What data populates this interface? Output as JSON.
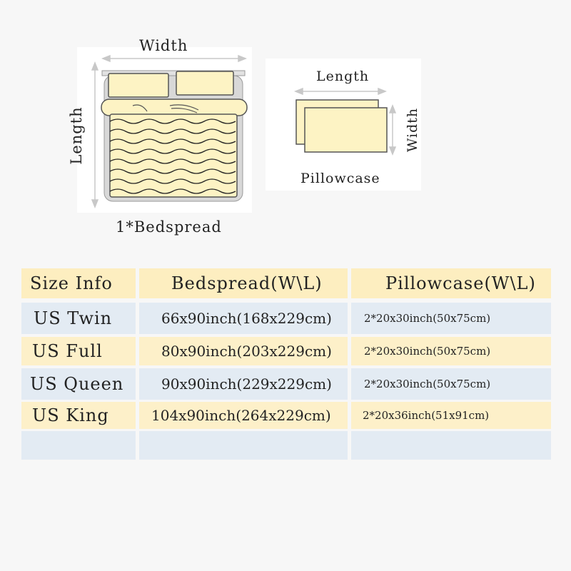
{
  "bedspread_diagram": {
    "width_label": "Width",
    "length_label": "Length",
    "caption": "1*Bedspread"
  },
  "pillowcase_diagram": {
    "length_label": "Length",
    "width_label": "Width",
    "caption": "Pillowcase"
  },
  "colors": {
    "cream": "#fdf3c4",
    "header_yellow": "#fdeec0",
    "row_blue": "#e3ebf3",
    "row_yellow": "#fdf0c9",
    "arrow_gray": "#c8c8c8"
  },
  "size_table": {
    "headers": [
      "Size Info",
      "Bedspread(W\\L)",
      "Pillowcase(W\\L)"
    ],
    "rows": [
      {
        "size": "US Twin",
        "bedspread": "66x90inch(168x229cm)",
        "pillowcase": "2*20x30inch(50x75cm)"
      },
      {
        "size": "US Full",
        "bedspread": "80x90inch(203x229cm)",
        "pillowcase": "2*20x30inch(50x75cm)"
      },
      {
        "size": "US Queen",
        "bedspread": "90x90inch(229x229cm)",
        "pillowcase": "2*20x30inch(50x75cm)"
      },
      {
        "size": "US King",
        "bedspread": "104x90inch(264x229cm)",
        "pillowcase": "2*20x36inch(51x91cm)"
      },
      {
        "size": "",
        "bedspread": "",
        "pillowcase": ""
      }
    ]
  }
}
